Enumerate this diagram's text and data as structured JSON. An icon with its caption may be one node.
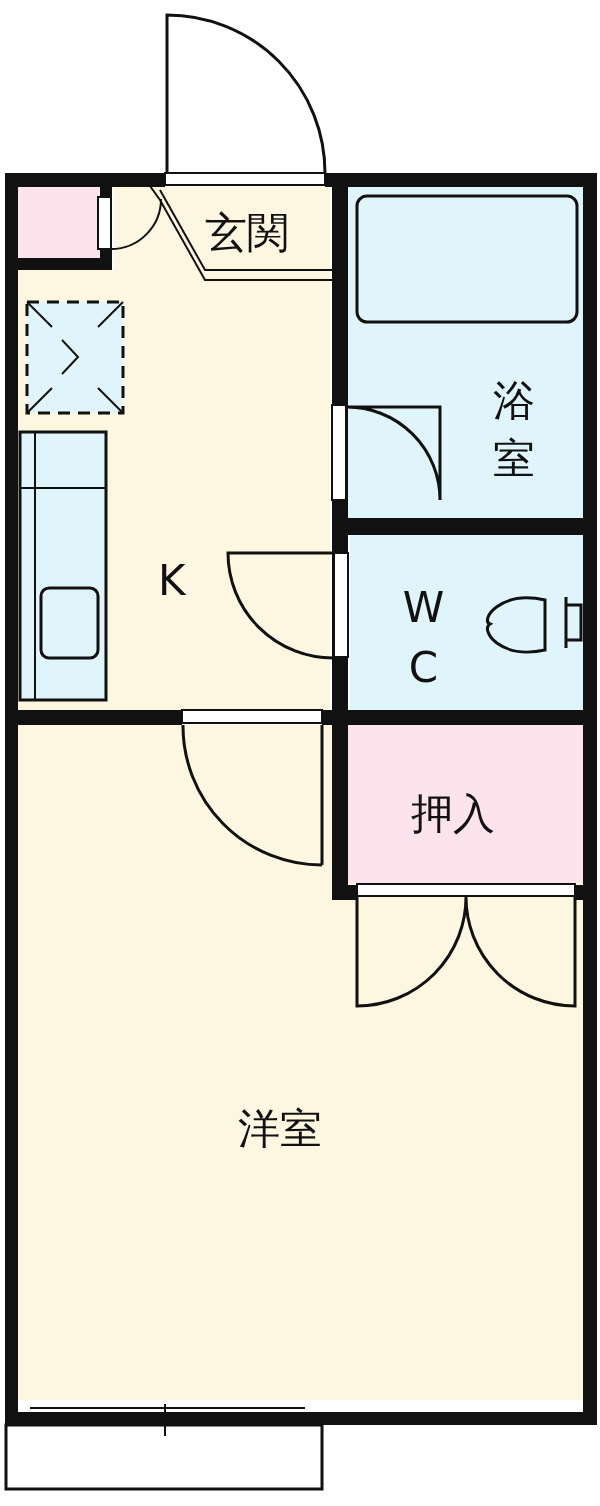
{
  "diagram": {
    "nodes": [
      {
        "text": [
          "玄関"
        ]
      },
      {
        "text": [
          "浴室"
        ]
      },
      {
        "text": [
          "K"
        ]
      },
      {
        "text": [
          "W C"
        ]
      },
      {
        "text": [
          "押入"
        ],
        "in": 5
      },
      {
        "text": [
          "洋室"
        ]
      }
    ]
  }
}
